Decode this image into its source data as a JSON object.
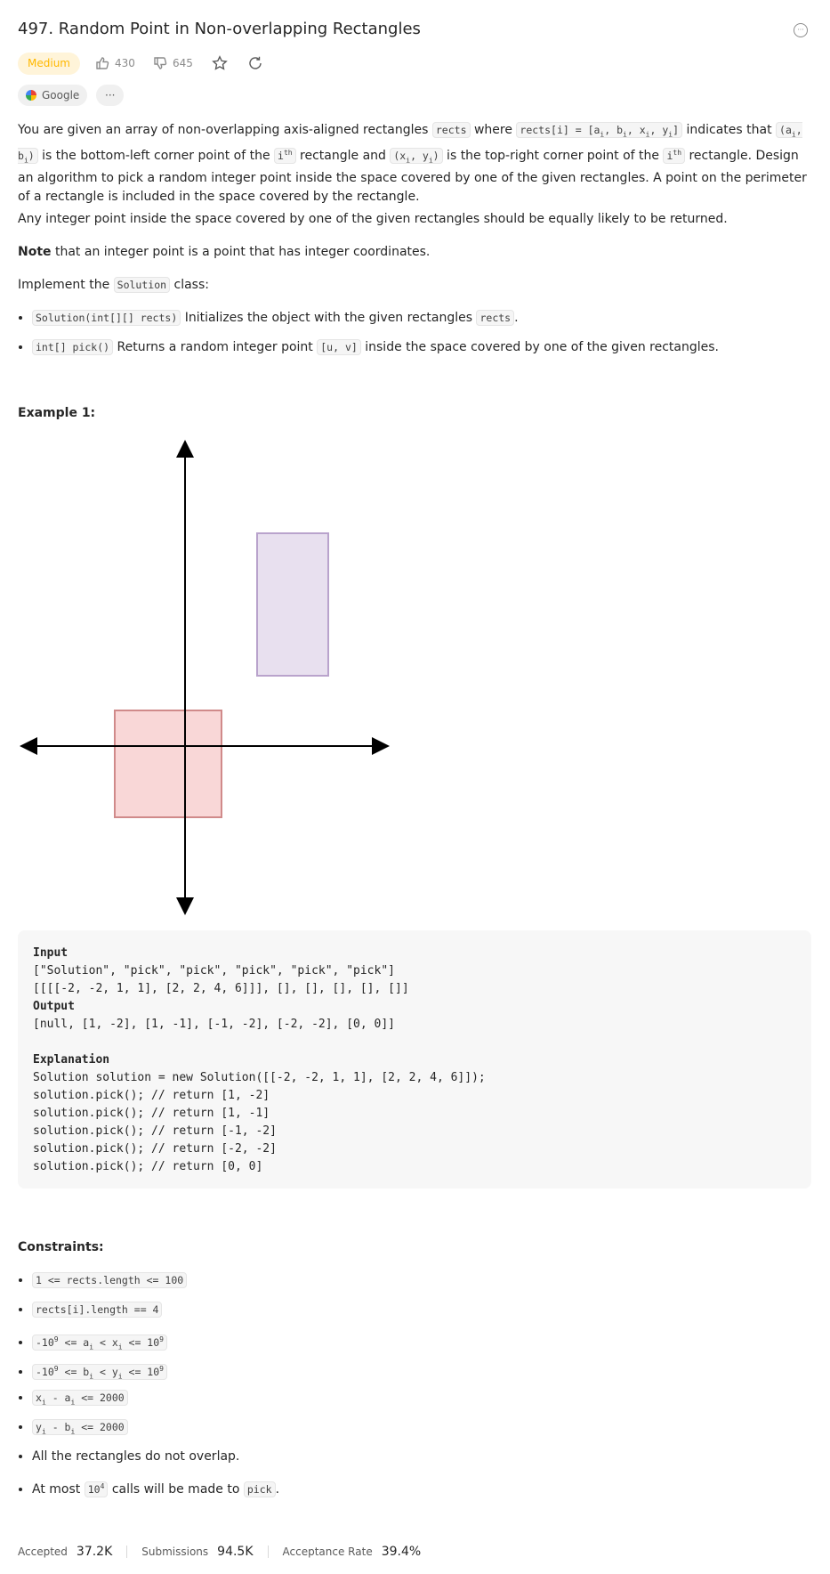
{
  "problem": {
    "title": "497. Random Point in Non-overlapping Rectangles",
    "difficulty": "Medium",
    "likes": "430",
    "dislikes": "645",
    "company_tag": "Google",
    "more_tags": "···"
  },
  "description": {
    "p1": {
      "t1": "You are given an array of non-overlapping axis-aligned rectangles ",
      "c1": "rects",
      "t2": " where ",
      "c2a": "rects[i] = [a",
      "c2s1": "i",
      "c2b": ", b",
      "c2s2": "i",
      "c2c": ", x",
      "c2s3": "i",
      "c2d": ", y",
      "c2s4": "i",
      "c2e": "]",
      "t3": " indicates that ",
      "c3a": "(a",
      "c3s1": "i",
      "c3b": ", b",
      "c3s2": "i",
      "c3c": ")",
      "t4": " is the bottom-left corner point of the ",
      "c4": "i",
      "c4sup": "th",
      "t5": " rectangle and ",
      "c5a": "(x",
      "c5s1": "i",
      "c5b": ", y",
      "c5s2": "i",
      "c5c": ")",
      "t6": " is the top-right corner point of the ",
      "c6": "i",
      "c6sup": "th",
      "t7": " rectangle. Design an algorithm to pick a random integer point inside the space covered by one of the given rectangles. A point on the perimeter of a rectangle is included in the space covered by the rectangle."
    },
    "p2": "Any integer point inside the space covered by one of the given rectangles should be equally likely to be returned.",
    "p3_bold": "Note",
    "p3_rest": " that an integer point is a point that has integer coordinates.",
    "p4_a": "Implement the ",
    "p4_code": "Solution",
    "p4_b": " class:",
    "bullets": [
      {
        "code": "Solution(int[][] rects)",
        "text": " Initializes the object with the given rectangles ",
        "code2": "rects",
        "tail": "."
      },
      {
        "code": "int[] pick()",
        "text": " Returns a random integer point ",
        "code2": "[u, v]",
        "tail": " inside the space covered by one of the given rectangles."
      }
    ]
  },
  "example": {
    "heading": "Example 1:",
    "figure_colors": {
      "red_fill": "#f9d7d7",
      "red_stroke": "#d08a8a",
      "purple_fill": "#e8e0ef",
      "purple_stroke": "#b9a3cc"
    },
    "input_label": "Input",
    "input_line1": "[\"Solution\", \"pick\", \"pick\", \"pick\", \"pick\", \"pick\"]",
    "input_line2": "[[[[-2, -2, 1, 1], [2, 2, 4, 6]]], [], [], [], [], []]",
    "output_label": "Output",
    "output_line": "[null, [1, -2], [1, -1], [-1, -2], [-2, -2], [0, 0]]",
    "explanation_label": "Explanation",
    "explanation_lines": [
      "Solution solution = new Solution([[-2, -2, 1, 1], [2, 2, 4, 6]]);",
      "solution.pick(); // return [1, -2]",
      "solution.pick(); // return [1, -1]",
      "solution.pick(); // return [-1, -2]",
      "solution.pick(); // return [-2, -2]",
      "solution.pick(); // return [0, 0]"
    ]
  },
  "constraints": {
    "heading": "Constraints:",
    "c1": "1 <= rects.length <= 100",
    "c2": "rects[i].length == 4",
    "c3": {
      "a": "-10",
      "sup1": "9",
      "b": " <= a",
      "sub1": "i",
      "c": " < x",
      "sub2": "i",
      "d": " <= 10",
      "sup2": "9"
    },
    "c4": {
      "a": "-10",
      "sup1": "9",
      "b": " <= b",
      "sub1": "i",
      "c": " < y",
      "sub2": "i",
      "d": " <= 10",
      "sup2": "9"
    },
    "c5": {
      "a": "x",
      "sub1": "i",
      "b": " - a",
      "sub2": "i",
      "c": " <= 2000"
    },
    "c6": {
      "a": "y",
      "sub1": "i",
      "b": " - b",
      "sub2": "i",
      "c": " <= 2000"
    },
    "c7": "All the rectangles do not overlap.",
    "c8": {
      "a": "At most ",
      "code": "10",
      "sup": "4",
      "b": " calls will be made to ",
      "code2": "pick",
      "c": "."
    }
  },
  "footer": {
    "accepted_label": "Accepted",
    "accepted_value": "37.2K",
    "submissions_label": "Submissions",
    "submissions_value": "94.5K",
    "rate_label": "Acceptance Rate",
    "rate_value": "39.4%"
  }
}
